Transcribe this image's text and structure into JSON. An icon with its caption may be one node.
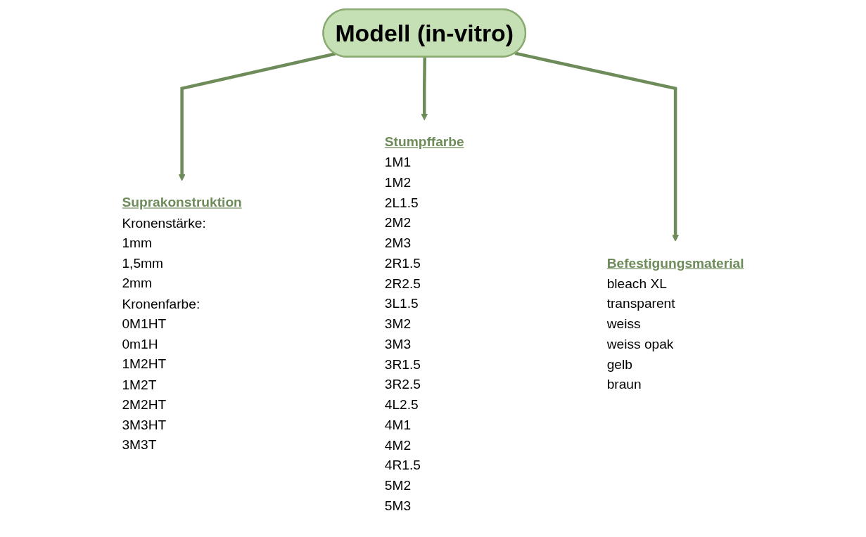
{
  "diagram": {
    "nodes": [
      {
        "text": [
          "Modell (in-vitro)"
        ]
      },
      {
        "text": [
          "Suprakonstruktion",
          "Kronenstärke:",
          "1mm",
          "1,5mm",
          "2mm",
          "Kronenfarbe:",
          "0M1HT",
          "0m1H",
          "1M2HT",
          "1M2T",
          "2M2HT",
          "3M3HT",
          "3M3T"
        ]
      },
      {
        "text": [
          "Stumpffarbe",
          "1M1",
          "1M2",
          "2L1.5",
          "2M2",
          "2M3",
          "2R1.5",
          "2R2.5",
          "3L1.5",
          "3M2",
          "3M3",
          "3R1.5",
          "3R2.5",
          "4L2.5",
          "4M1",
          "4M2",
          "4R1.5",
          "5M2",
          "5M3"
        ]
      },
      {
        "text": [
          "Befestigungsmaterial",
          "bleach XL",
          "transparent",
          "weiss",
          "weiss opak",
          "gelb",
          "braun"
        ]
      }
    ],
    "edges": [
      {
        "from": 0,
        "to": 1,
        "arrow": "to"
      },
      {
        "from": 0,
        "to": 2,
        "arrow": "to"
      },
      {
        "from": 0,
        "to": 3,
        "arrow": "to"
      }
    ]
  }
}
